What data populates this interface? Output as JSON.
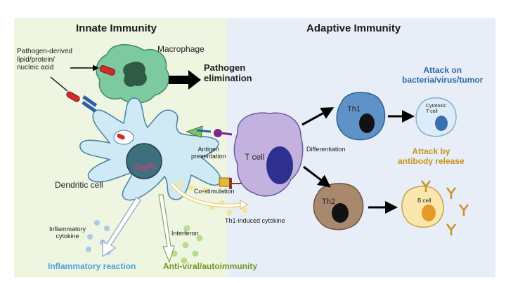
{
  "panels": {
    "innate_title": "Innate Immunity",
    "adaptive_title": "Adaptive Immunity"
  },
  "labels": {
    "pathogen_source": [
      "Pathogen-derived",
      "lipid/protein/",
      "nucleic acid"
    ],
    "macrophage": "Macrophage",
    "pathogen_elimination": [
      "Pathogen",
      "elimination"
    ],
    "dendritic_cell": "Dendritic cell",
    "antigen_presentation": [
      "Antigen",
      "presentation"
    ],
    "t_cell": "T cell",
    "differentiation": "Differentiation",
    "co_stimulation": "Co-stimulation",
    "th1_cytokine": "Th1-induced cytokine",
    "th1": "Th1",
    "th2": "Th2",
    "cytotoxic_t_cell": [
      "Cytotoxic",
      "T cell"
    ],
    "b_cell": "B cell",
    "attack_bacteria": [
      "Attack on",
      "bacteria/virus/tumor"
    ],
    "attack_antibody": [
      "Attack by",
      "antibody release"
    ],
    "inflammatory_cytokine": [
      "Inflammatory",
      "cytokine"
    ],
    "interferon": "Interferon",
    "inflammatory_reaction": "Inflammatory reaction",
    "antiviral": "Anti-viral/autoimmunity"
  },
  "colors": {
    "innate_bg": "#eef5e1",
    "adaptive_bg": "#e8eef8",
    "attack_blue": "#2e6aa6",
    "attack_gold": "#c8931e",
    "inflammatory_text": "#4aa3de",
    "antiviral_text": "#6e9a1e",
    "dendritic_fill": "#cfe9f5",
    "macrophage_fill": "#7dc9a0",
    "t_cell_fill": "#c3b2e0",
    "th1_fill": "#5f93c8",
    "th2_fill": "#a9896e",
    "cytotoxic_fill": "#dcecf8",
    "b_cell_fill": "#fbe7ad"
  }
}
